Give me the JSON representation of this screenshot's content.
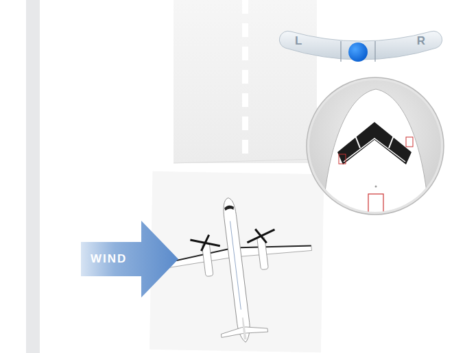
{
  "diagram": {
    "nodes": [
      {
        "text": [
          "L",
          "R"
        ]
      },
      {
        "text": [
          "WIND"
        ]
      }
    ]
  }
}
